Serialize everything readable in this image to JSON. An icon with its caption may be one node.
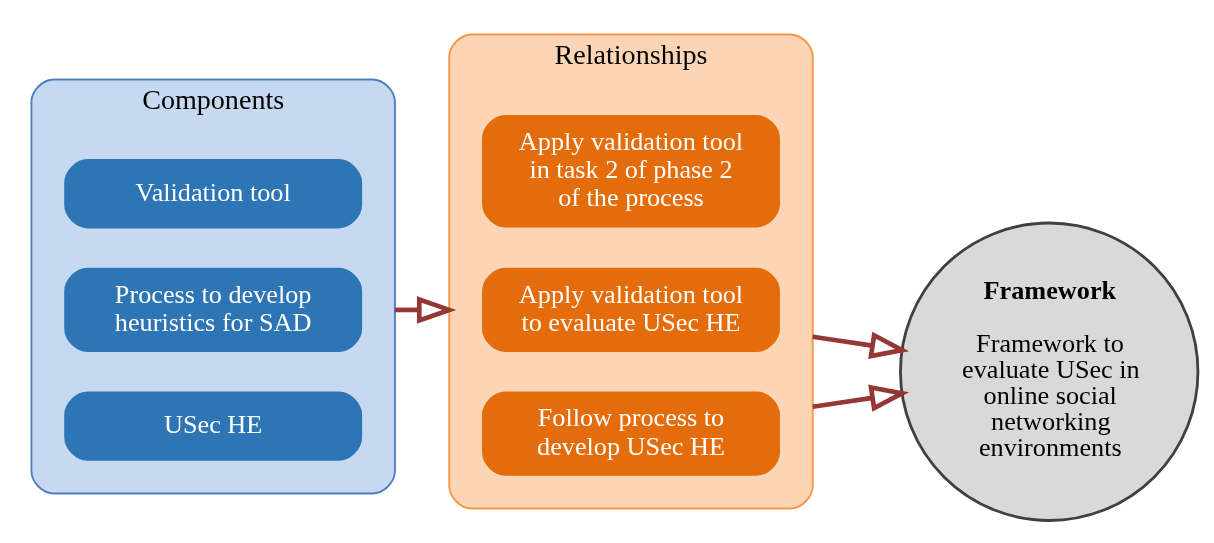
{
  "diagram": {
    "nodes": [
      {
        "text": [
          "Components"
        ]
      },
      {
        "text": [
          "USec HE"
        ],
        "in": 0
      },
      {
        "text": [
          "Process to develop heuristics for SAD"
        ],
        "in": 0
      },
      {
        "text": [
          "Validation tool"
        ],
        "in": 0
      },
      {
        "text": [
          "Relationships"
        ]
      },
      {
        "text": [
          "Follow process to develop USec HE"
        ],
        "in": 4
      },
      {
        "text": [
          "Apply validation tool to evaluate USec HE"
        ],
        "in": 4
      },
      {
        "text": [
          "Apply validation tool in task 2 of phase 2 of the process"
        ],
        "in": 4
      },
      {
        "text": [
          "Framework",
          "Framework to evaluate USec in online social networking environments"
        ]
      }
    ],
    "edges": [
      {
        "from": 0,
        "to": 4,
        "arrow": "to"
      },
      {
        "from": 4,
        "to": 8,
        "arrow": "to"
      },
      {
        "from": 4,
        "to": 8,
        "arrow": "to"
      }
    ]
  }
}
